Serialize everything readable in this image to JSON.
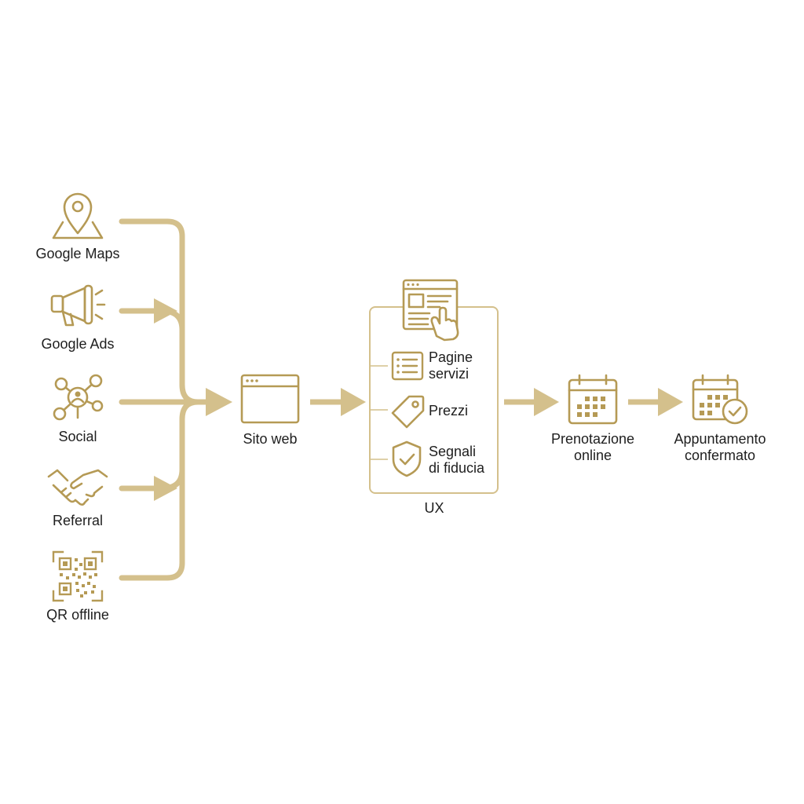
{
  "colors": {
    "accent": "#d4c08c",
    "icon": "#b59a55",
    "text": "#1e1e1e",
    "background": "#ffffff"
  },
  "sources": [
    {
      "label": "Google Maps",
      "icon": "map-pin-icon"
    },
    {
      "label": "Google Ads",
      "icon": "megaphone-icon"
    },
    {
      "label": "Social",
      "icon": "network-icon"
    },
    {
      "label": "Referral",
      "icon": "handshake-icon"
    },
    {
      "label": "QR offline",
      "icon": "qr-code-icon"
    }
  ],
  "website": {
    "label": "Sito web",
    "icon": "browser-window-icon"
  },
  "ux": {
    "label": "UX",
    "header_icon": "web-page-click-icon",
    "items": [
      {
        "line1": "Pagine",
        "line2": "servizi",
        "icon": "list-icon"
      },
      {
        "line1": "Prezzi",
        "line2": "",
        "icon": "price-tag-icon"
      },
      {
        "line1": "Segnali",
        "line2": "di fiducia",
        "icon": "shield-check-icon"
      }
    ]
  },
  "booking": {
    "line1": "Prenotazione",
    "line2": "online",
    "icon": "calendar-icon"
  },
  "confirmed": {
    "line1": "Appuntamento",
    "line2": "confermato",
    "icon": "calendar-check-icon"
  }
}
